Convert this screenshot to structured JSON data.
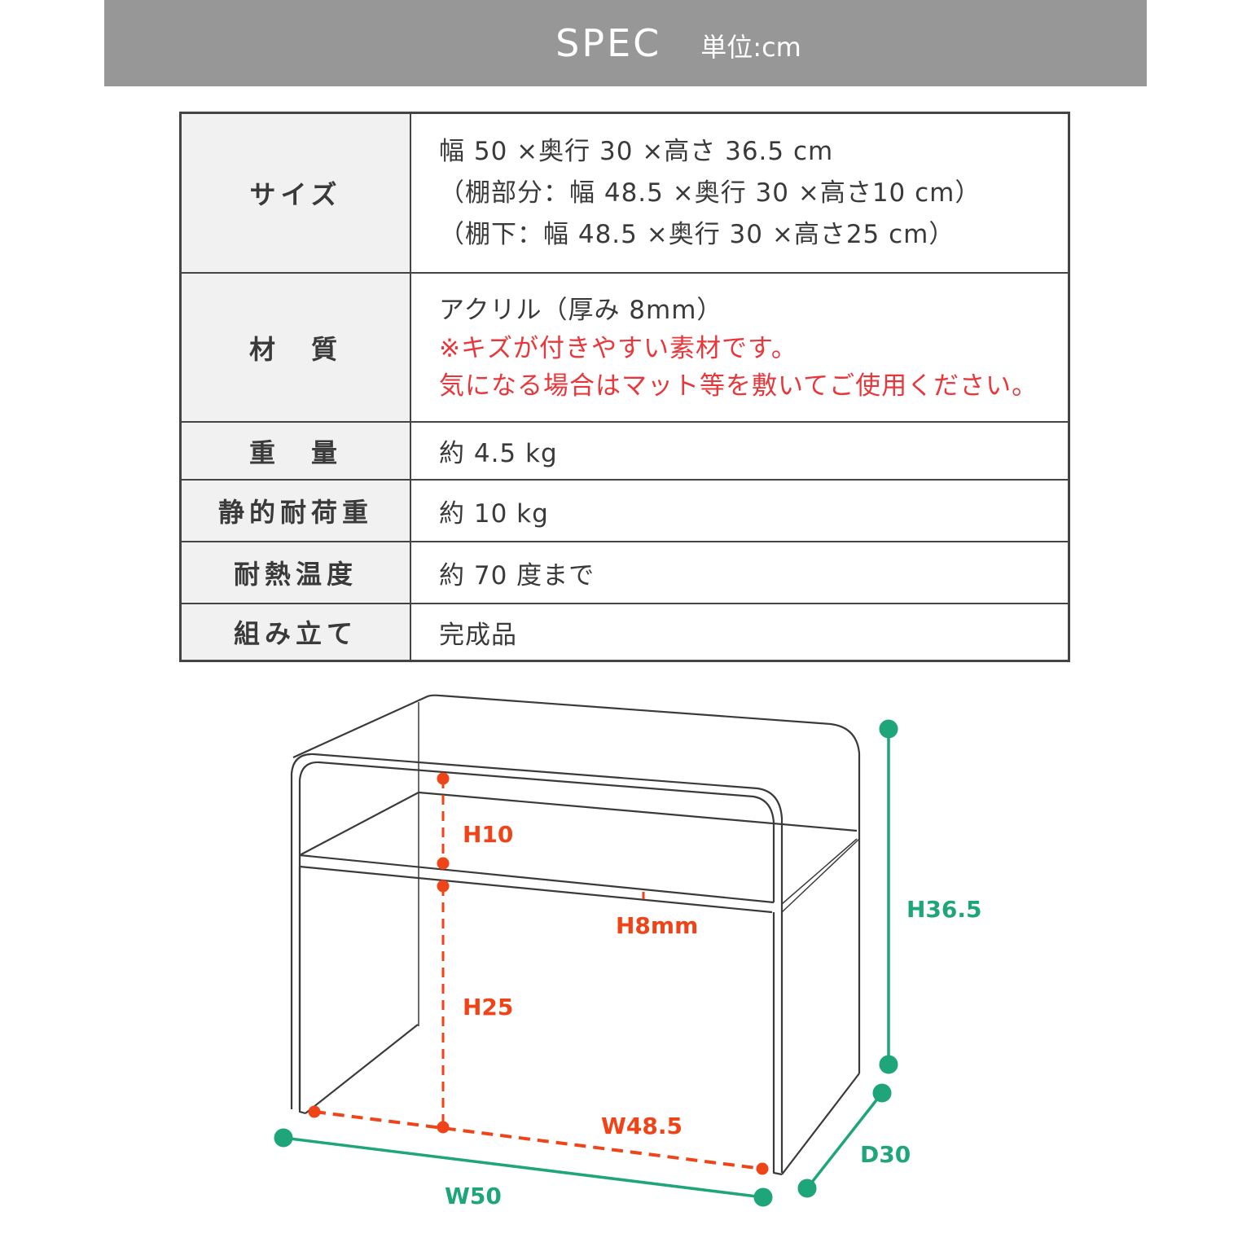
{
  "header": {
    "title": "SPEC",
    "unit": "単位:cm",
    "background": "#979797"
  },
  "spec_rows": [
    {
      "label": "サイズ",
      "lines": [
        "幅 50 ×奥行 30 ×高さ 36.5 cm",
        "（棚部分：幅 48.5 ×奥行 30 ×高さ10 cm）",
        "（棚下：幅 48.5 ×奥行 30 ×高さ25 cm）"
      ]
    },
    {
      "label": "材　質",
      "lines": [
        "アクリル（厚み 8mm）"
      ],
      "warnings": [
        "※キズが付きやすい素材です。",
        "気になる場合はマット等を敷いてご使用ください。"
      ]
    },
    {
      "label": "重　量",
      "value": "約 4.5 kg"
    },
    {
      "label": "静的耐荷重",
      "value": "約 10 kg"
    },
    {
      "label": "耐熱温度",
      "value": "約 70 度まで"
    },
    {
      "label": "組み立て",
      "value": "完成品"
    }
  ],
  "diagram": {
    "inner_dimensions": {
      "color": "#ee4418",
      "shelf_height": "H10",
      "under_shelf_height": "H25",
      "thickness": "H8mm",
      "inner_width": "W48.5"
    },
    "outer_dimensions": {
      "color": "#1fa57a",
      "height": "H36.5",
      "width": "W50",
      "depth": "D30"
    }
  },
  "colors": {
    "warning": "#e8373b",
    "label_bg": "#f1f1f1",
    "border": "#444444"
  }
}
